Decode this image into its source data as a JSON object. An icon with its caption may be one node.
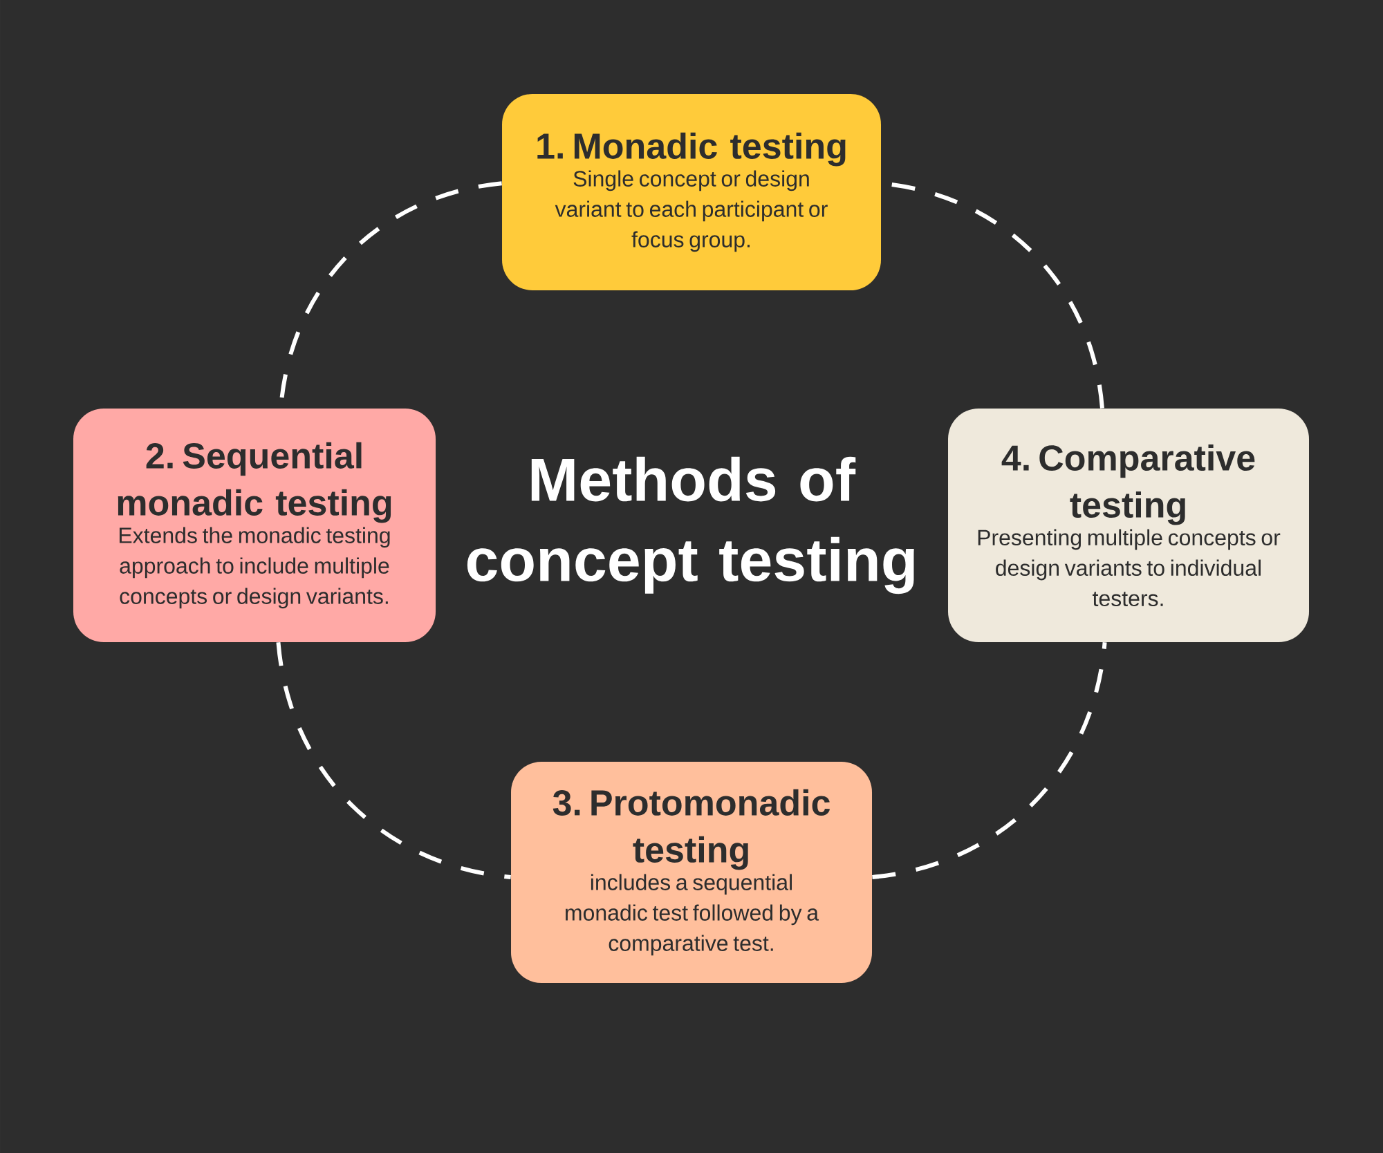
{
  "diagram": {
    "title": "Methods of concept testing",
    "nodes": [
      {
        "text": [
          "1. Monadic testing",
          "Single concept or design variant to each participant or focus group."
        ]
      },
      {
        "text": [
          "2. Sequential monadic testing",
          "Extends the monadic testing approach to include multiple concepts or design variants."
        ]
      },
      {
        "text": [
          "3. Protomonadic testing",
          "includes a sequential monadic test followed by a comparative test."
        ]
      },
      {
        "text": [
          "4. Comparative testing",
          "Presenting multiple concepts or design variants to individual testers."
        ]
      }
    ],
    "edges": [
      {
        "from": 0,
        "to": 1,
        "arrow": "none",
        "style": "dashed"
      },
      {
        "from": 1,
        "to": 2,
        "arrow": "none",
        "style": "dashed"
      },
      {
        "from": 2,
        "to": 3,
        "arrow": "none",
        "style": "dashed"
      },
      {
        "from": 3,
        "to": 0,
        "arrow": "none",
        "style": "dashed"
      }
    ]
  }
}
